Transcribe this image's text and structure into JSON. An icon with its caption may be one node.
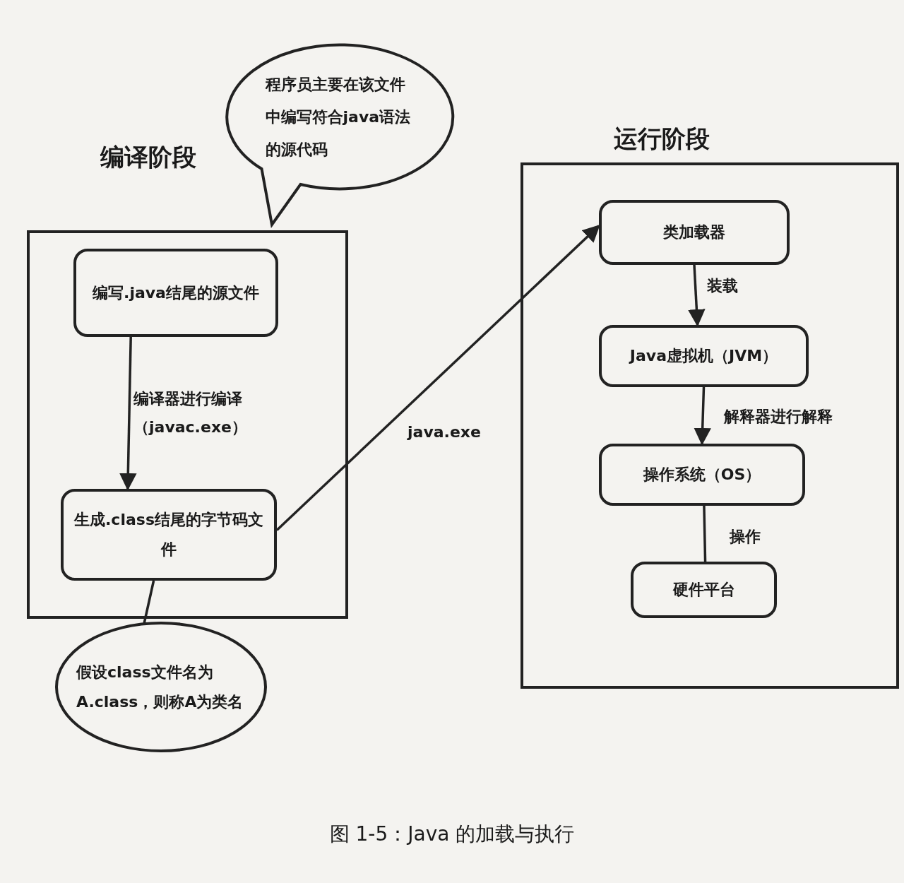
{
  "diagram": {
    "caption": "图 1-5：Java 的加载与执行",
    "nodes": [
      {
        "text": [
          "编译阶段"
        ]
      },
      {
        "text": [
          "程序员主要在该文件中编写符合java语法的源代码"
        ]
      },
      {
        "text": [
          "编写.java结尾的源文件"
        ],
        "in": 0
      },
      {
        "text": [
          "生成.class结尾的字节码文件"
        ],
        "in": 0
      },
      {
        "text": [
          "假设class文件名为A.class，则称A为类名"
        ]
      },
      {
        "text": [
          "运行阶段"
        ]
      },
      {
        "text": [
          "类加载器"
        ],
        "in": 5
      },
      {
        "text": [
          "Java虚拟机（JVM）"
        ],
        "in": 5
      },
      {
        "text": [
          "操作系统（OS）"
        ],
        "in": 5
      },
      {
        "text": [
          "硬件平台"
        ],
        "in": 5
      }
    ],
    "edges": [
      {
        "from": 2,
        "to": 3,
        "arrow": "to",
        "label": "编译器进行编译（javac.exe）"
      },
      {
        "from": 3,
        "to": 6,
        "arrow": "to",
        "label": "java.exe"
      },
      {
        "from": 6,
        "to": 7,
        "arrow": "to",
        "label": "装载"
      },
      {
        "from": 7,
        "to": 8,
        "arrow": "to",
        "label": "解释器进行解释"
      },
      {
        "from": 8,
        "to": 9,
        "arrow": "none",
        "label": "操作"
      },
      {
        "from": 3,
        "to": 4,
        "arrow": "none"
      }
    ]
  }
}
